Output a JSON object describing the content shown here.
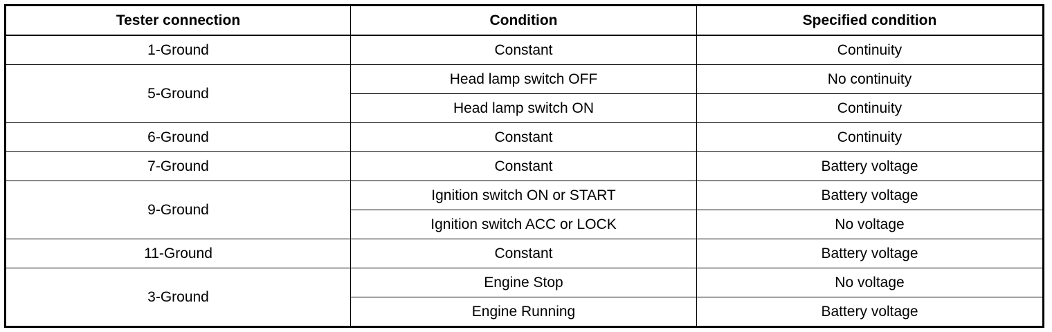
{
  "table": {
    "headers": [
      "Tester connection",
      "Condition",
      "Specified condition"
    ],
    "groups": [
      {
        "connection": "1-Ground",
        "rows": [
          {
            "condition": "Constant",
            "specified": "Continuity"
          }
        ]
      },
      {
        "connection": "5-Ground",
        "rows": [
          {
            "condition": "Head lamp switch OFF",
            "specified": "No continuity"
          },
          {
            "condition": "Head lamp switch ON",
            "specified": "Continuity"
          }
        ]
      },
      {
        "connection": "6-Ground",
        "rows": [
          {
            "condition": "Constant",
            "specified": "Continuity"
          }
        ]
      },
      {
        "connection": "7-Ground",
        "rows": [
          {
            "condition": "Constant",
            "specified": "Battery voltage"
          }
        ]
      },
      {
        "connection": "9-Ground",
        "rows": [
          {
            "condition": "Ignition switch ON or START",
            "specified": "Battery voltage"
          },
          {
            "condition": "Ignition switch ACC or LOCK",
            "specified": "No voltage"
          }
        ]
      },
      {
        "connection": "11-Ground",
        "rows": [
          {
            "condition": "Constant",
            "specified": "Battery voltage"
          }
        ]
      },
      {
        "connection": "3-Ground",
        "rows": [
          {
            "condition": "Engine Stop",
            "specified": "No voltage"
          },
          {
            "condition": "Engine Running",
            "specified": "Battery voltage"
          }
        ]
      }
    ]
  }
}
